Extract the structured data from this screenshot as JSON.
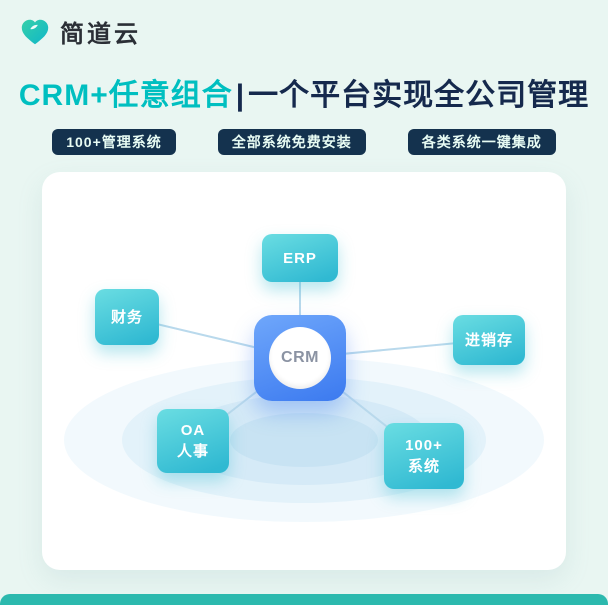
{
  "colors": {
    "page_background": "#e9f6f2",
    "accent_teal": "#00bfc0",
    "dark_navy": "#15294d",
    "badge_background": "#14324e",
    "badge_text": "#e8fcf4",
    "node_teal_start": "#6adde2",
    "node_teal_end": "#30b9d2",
    "crm_blue_start": "#6fa7fb",
    "crm_blue_end": "#3e7cf0",
    "connector_line": "#b9d9ec",
    "bottom_bar": "#2cb9ae"
  },
  "logo": {
    "text": "简道云",
    "icon": "heart-logo-icon"
  },
  "headline": {
    "highlight": "CRM+任意组合",
    "divider": "|",
    "rest": "一个平台实现全公司管理"
  },
  "badges": [
    {
      "label": "100+管理系统"
    },
    {
      "label": "全部系统免费安装"
    },
    {
      "label": "各类系统一键集成"
    }
  ],
  "diagram": {
    "center": {
      "label": "CRM"
    },
    "nodes": [
      {
        "id": "erp",
        "lines": [
          "ERP"
        ]
      },
      {
        "id": "finance",
        "lines": [
          "财务"
        ]
      },
      {
        "id": "inventory",
        "lines": [
          "进销存"
        ]
      },
      {
        "id": "oa-hr",
        "lines": [
          "OA",
          "人事"
        ]
      },
      {
        "id": "100-plus-systems",
        "lines": [
          "100+",
          "系统"
        ]
      }
    ]
  }
}
